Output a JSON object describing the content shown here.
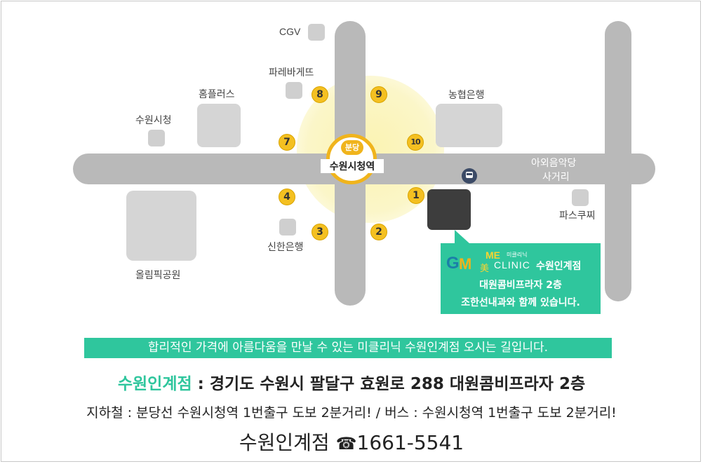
{
  "map": {
    "landmarks": {
      "cgv": "CGV",
      "paris_baguette": "파레바게뜨",
      "homeplus": "홈플러스",
      "city_hall": "수원시청",
      "nonghyup": "농협은행",
      "art_center": "아외음악당",
      "intersection": "사거리",
      "pascucci": "파스쿠찌",
      "shinhan": "신한은행",
      "olympic_park": "올림픽공원"
    },
    "station": {
      "line_badge": "분당",
      "name": "수원시청역",
      "line_color": "#f0b41c"
    },
    "exits": [
      "1",
      "2",
      "3",
      "4",
      "7",
      "8",
      "9",
      "10"
    ],
    "icons": {
      "bus": "bus-stop-icon",
      "clinic": "clinic-building"
    },
    "colors": {
      "road": "#b9b9b9",
      "accent": "#2fc69d",
      "exit": "#f4c021",
      "clinic_building": "#3d3d3d"
    }
  },
  "callout": {
    "logo_g": "G",
    "logo_m": "M",
    "logo_me": "ME",
    "logo_mei": "美",
    "clinic_small": "미클리닉",
    "clinic_en": "CLINIC",
    "branch": "수원인계점",
    "line1": "대원콤비프라자 2층",
    "line2": "조한선내과와 함께 있습니다."
  },
  "footer": {
    "banner": "합리적인 가격에 아름다움을 만날 수 있는 미클리닉 수원인계점 오시는 길입니다.",
    "addr_branch": "수원인계점",
    "addr_text": " : 경기도 수원시 팔달구 효원로 288 대원콤비프라자 2층",
    "transit": "지하철 : 분당선 수원시청역 1번출구 도보 2분거리! / 버스 : 수원시청역 1번출구 도보 2분거리!",
    "phone_branch": "수원인계점",
    "phone_icon": "☎",
    "phone_number": "1661-5541"
  }
}
